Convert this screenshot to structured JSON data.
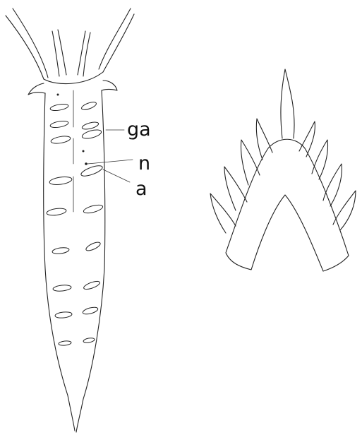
{
  "labels": {
    "ga": "ga",
    "n": "n",
    "a": "a"
  },
  "colors": {
    "ink": "#222222",
    "paper": "#ffffff"
  }
}
